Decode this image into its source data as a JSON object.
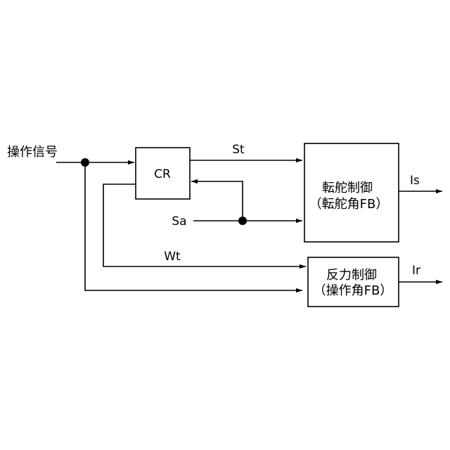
{
  "diagram": {
    "input_label": "操作信号",
    "cr_label": "CR",
    "st_label": "St",
    "sa_label": "Sa",
    "wt_label": "Wt",
    "steer_block": {
      "line1": "転舵制御",
      "line2": "（転舵角FB）"
    },
    "reaction_block": {
      "line1": "反力制御",
      "line2": "（操作角FB）"
    },
    "is_label": "Is",
    "ir_label": "Ir"
  }
}
